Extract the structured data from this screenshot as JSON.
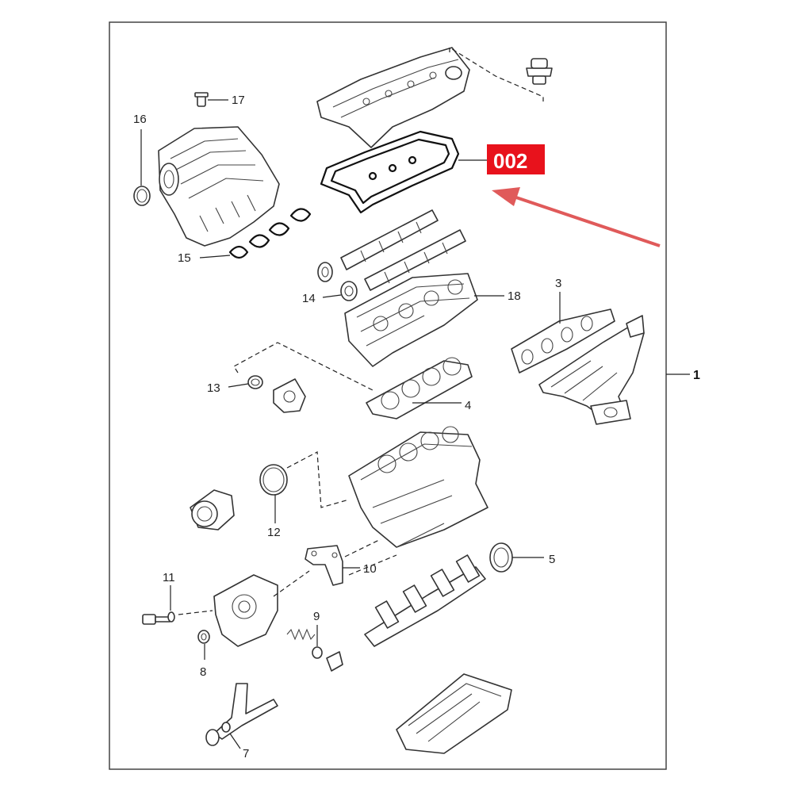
{
  "diagram": {
    "callout_labels": {
      "p1": "1",
      "p3": "3",
      "p4": "4",
      "p5": "5",
      "p7": "7",
      "p8": "8",
      "p9": "9",
      "p10": "10",
      "p11": "11",
      "p12": "12",
      "p13": "13",
      "p14": "14",
      "p15": "15",
      "p16": "16",
      "p17": "17",
      "p18": "18"
    },
    "highlight_badge": "002",
    "colors": {
      "badge": "#e8121c",
      "arrow": "#e05a5a",
      "line": "#333333"
    }
  }
}
